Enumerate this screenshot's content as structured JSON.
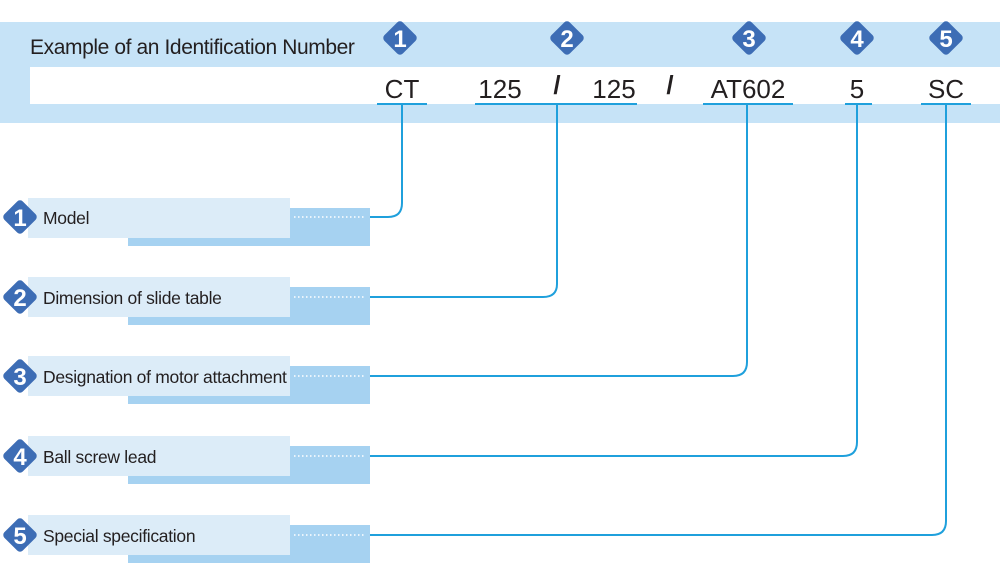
{
  "header": {
    "title": "Example of an Identification Number"
  },
  "identification": {
    "parts": [
      {
        "index": "1",
        "text": "CT"
      },
      {
        "index": "2",
        "text": "125"
      },
      {
        "index": "2",
        "text": "125"
      },
      {
        "index": "3",
        "text": "AT602"
      },
      {
        "index": "4",
        "text": "5"
      },
      {
        "index": "5",
        "text": "SC"
      }
    ],
    "separators": [
      "/",
      "/"
    ]
  },
  "badges": [
    "1",
    "2",
    "3",
    "4",
    "5"
  ],
  "items": [
    {
      "number": "1",
      "label": "Model"
    },
    {
      "number": "2",
      "label": "Dimension of slide table"
    },
    {
      "number": "3",
      "label": "Designation of motor attachment"
    },
    {
      "number": "4",
      "label": "Ball screw lead"
    },
    {
      "number": "5",
      "label": "Special specification"
    }
  ],
  "colors": {
    "band": "#c6e3f7",
    "badge": "#3d6db5",
    "connector": "#1fa0dc",
    "label_box_light": "#dcecf8",
    "label_box_dark": "#a6d2f1"
  }
}
